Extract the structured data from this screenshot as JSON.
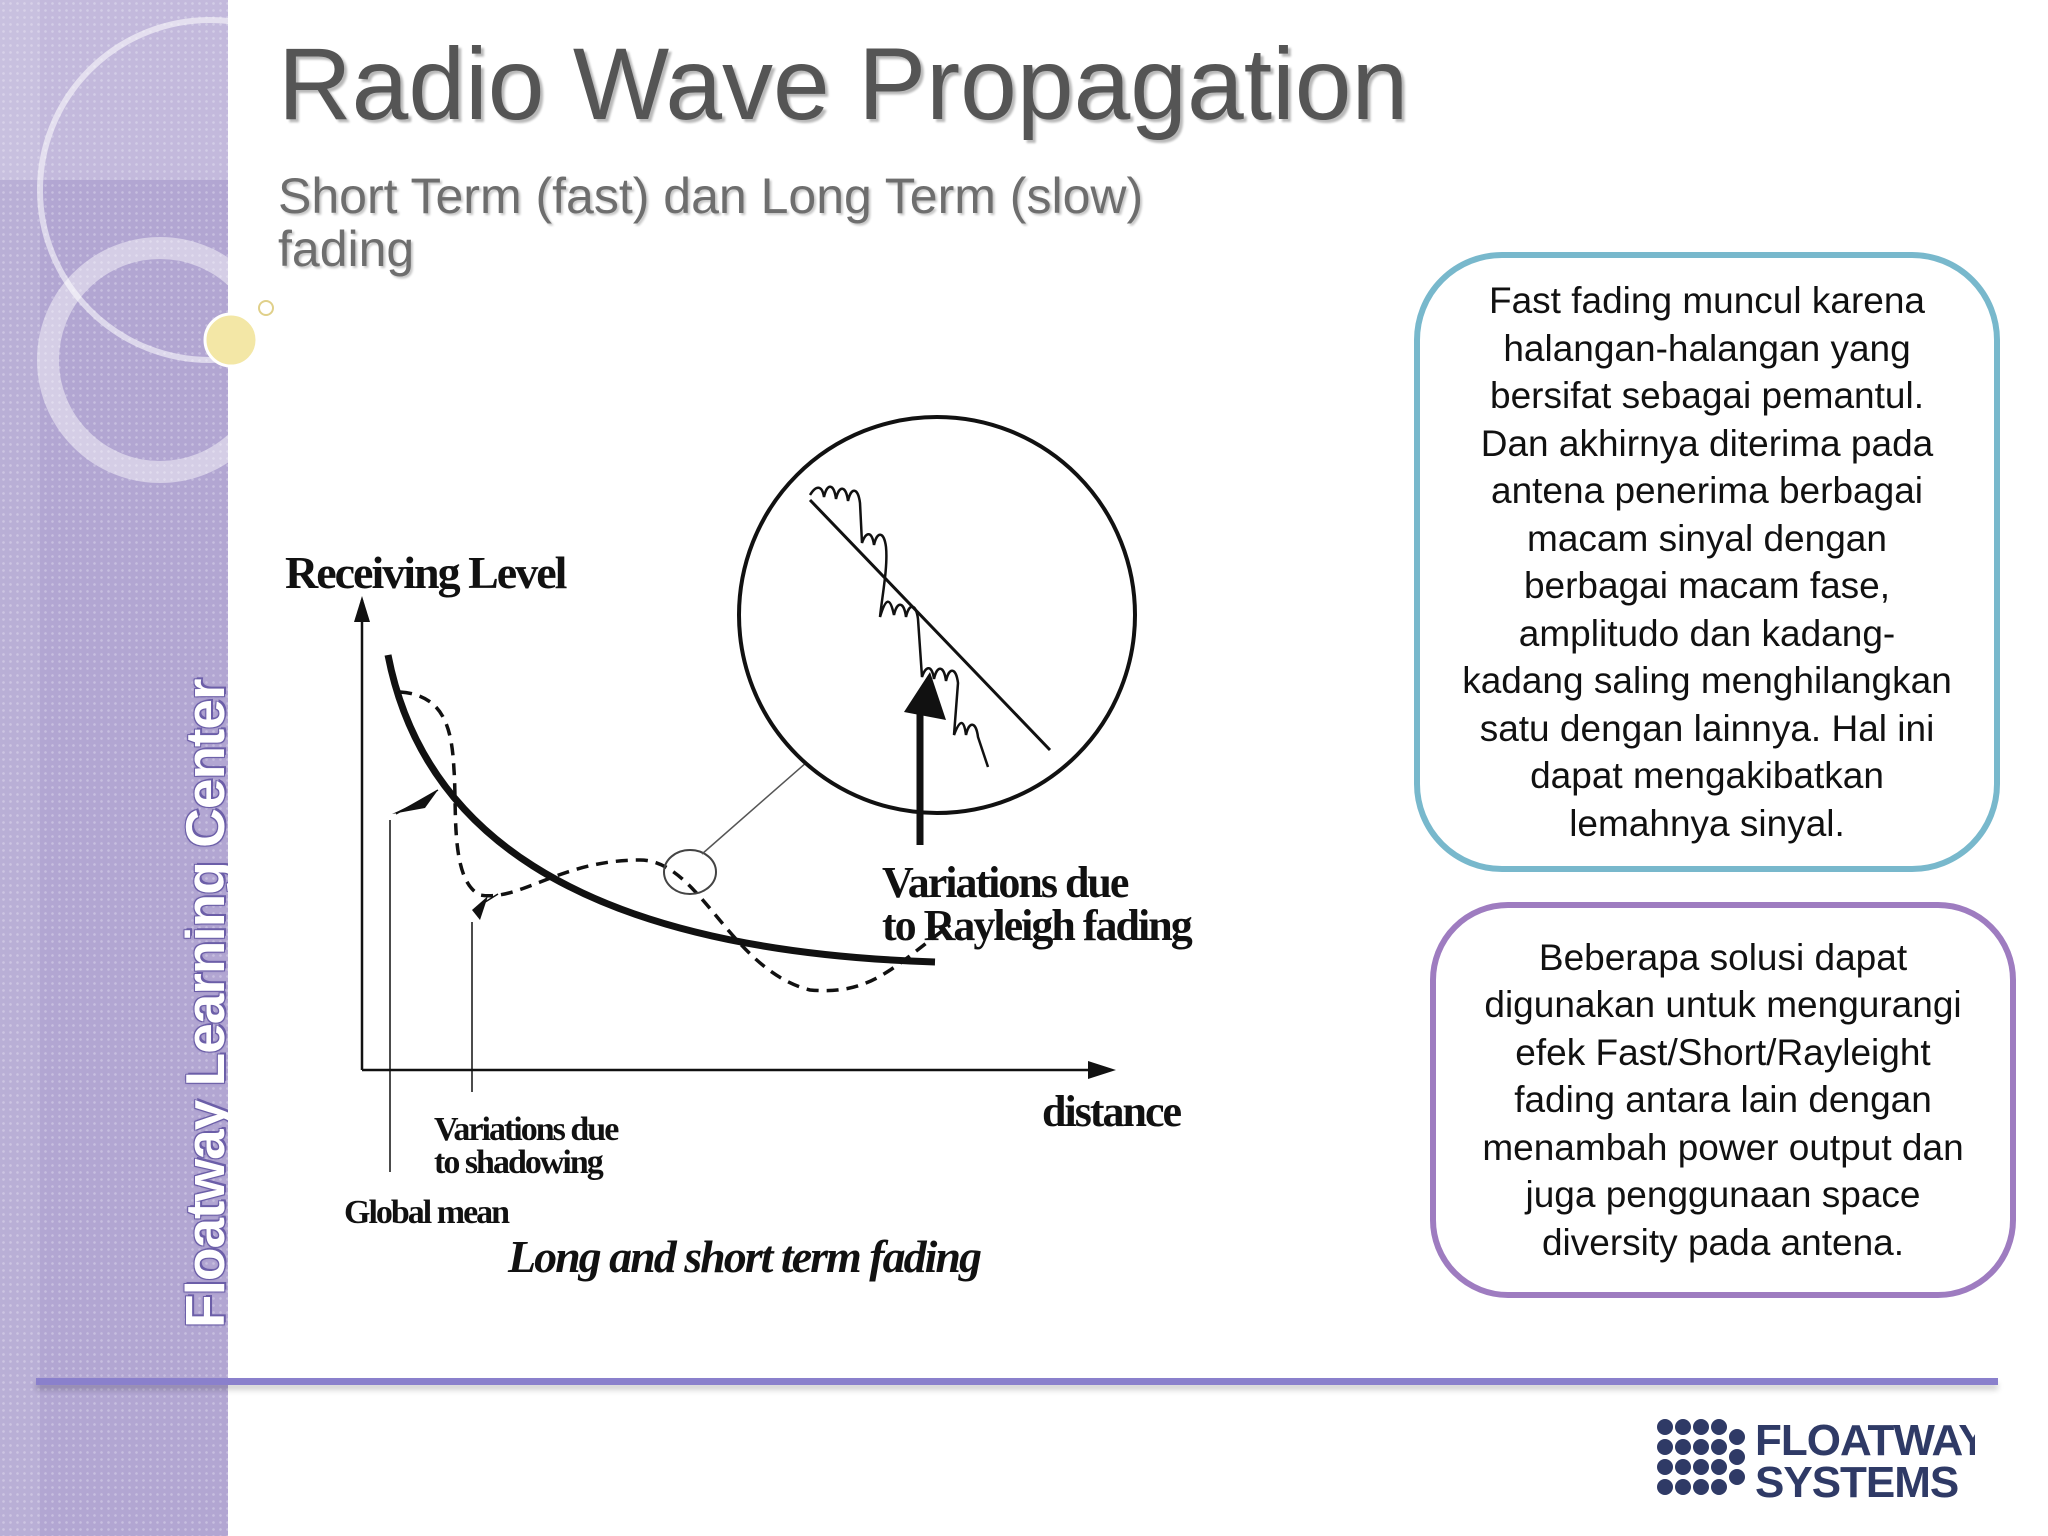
{
  "sidebar": {
    "brand_text": "Floatway Learning Center"
  },
  "slide": {
    "title": "Radio Wave Propagation",
    "subtitle": "Short Term (fast) dan Long Term (slow) fading"
  },
  "figure": {
    "labels": {
      "receiving_level": "Receiving Level",
      "distance": "distance",
      "rayleigh_line1": "Variations due",
      "rayleigh_line2": "to Rayleigh fading",
      "shadowing_line1": "Variations due",
      "shadowing_line2": "to shadowing",
      "global_mean": "Global mean",
      "caption": "Long and short term fading"
    }
  },
  "info_boxes": {
    "fast_fading": "Fast fading muncul karena halangan-halangan yang bersifat sebagai pemantul. Dan akhirnya diterima pada antena penerima berbagai macam sinyal dengan berbagai macam fase, amplitudo dan kadang-kadang saling menghilangkan satu dengan lainnya. Hal ini dapat mengakibatkan lemahnya sinyal.",
    "solution": "Beberapa solusi dapat digunakan untuk mengurangi efek Fast/Short/Rayleight fading antara lain dengan menambah power output dan juga penggunaan space diversity pada antena."
  },
  "logo": {
    "line1": "FLOATWAY",
    "line2": "SYSTEMS"
  },
  "colors": {
    "sidebar": "#b2a6d2",
    "fast_box_border": "#78b8cc",
    "solution_box_border": "#9e7cc0",
    "footer_line": "#8a80cc",
    "logo_blue": "#2f3a66"
  }
}
